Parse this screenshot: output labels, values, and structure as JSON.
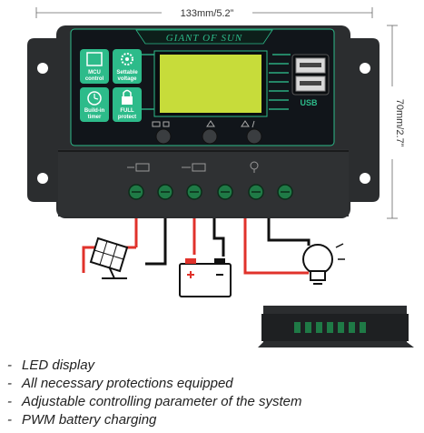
{
  "dimensions": {
    "width_label": "133mm/5.2”",
    "height_label": "70mm/2.7”"
  },
  "controller": {
    "brand": "GIANT OF SUN",
    "usb_label": "USB",
    "icons": [
      {
        "name": "mcu-control",
        "lines": [
          "MCU",
          "control"
        ]
      },
      {
        "name": "settable-voltage",
        "lines": [
          "Settable",
          "voltage"
        ]
      },
      {
        "name": "build-in-timer",
        "lines": [
          "Build-in",
          "timer"
        ]
      },
      {
        "name": "full-protect",
        "lines": [
          "FULL",
          "protect"
        ]
      }
    ],
    "accent_color": "#2dbb8a",
    "body_color": "#2b2d2f",
    "panel_color": "#11151a",
    "lcd_color": "#c7dc3a"
  },
  "features": [
    "LED display",
    "All necessary protections equipped",
    "Adjustable controlling parameter of the system",
    "PWM battery charging"
  ],
  "colors": {
    "wire_red": "#e0322b",
    "wire_black": "#111111"
  }
}
